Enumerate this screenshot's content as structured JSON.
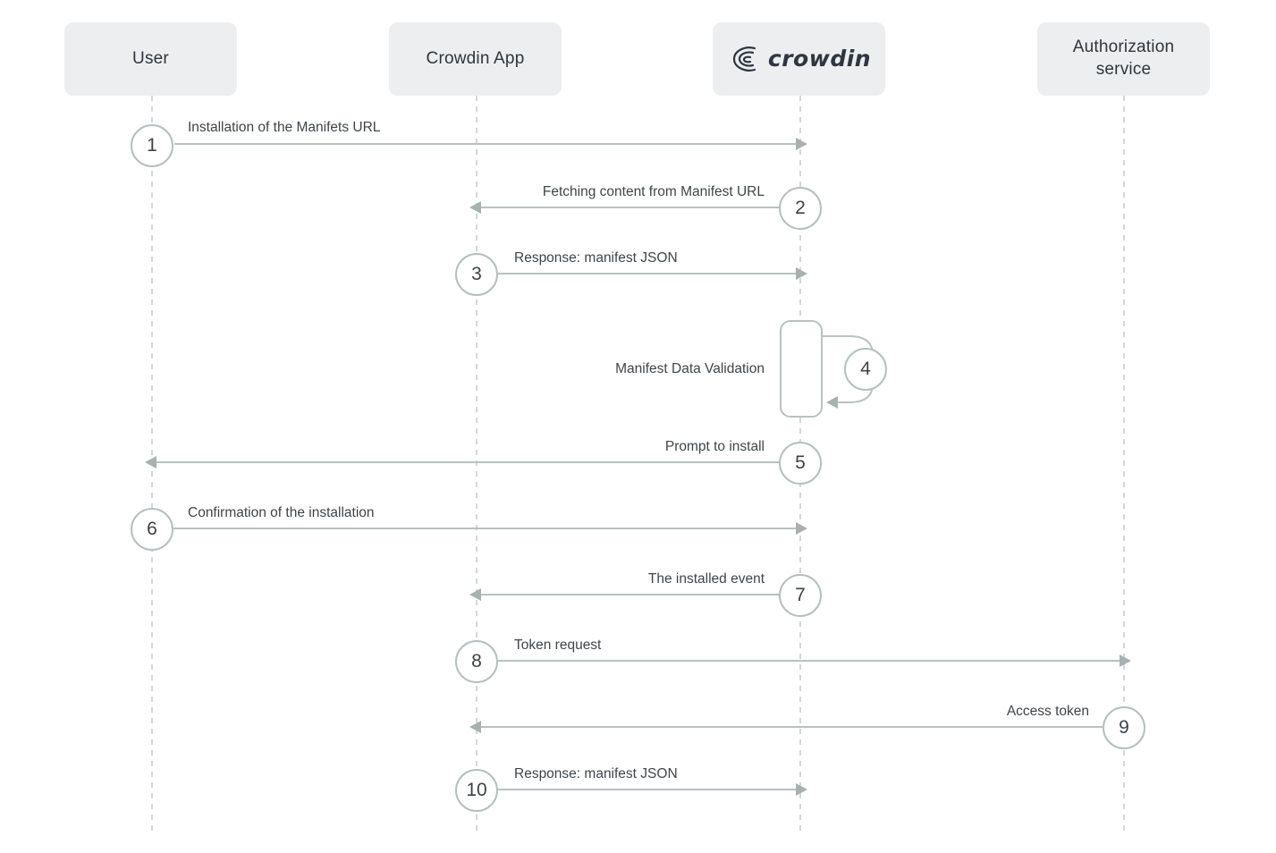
{
  "actors": [
    {
      "id": "user",
      "label": "User"
    },
    {
      "id": "crowdin-app",
      "label": "Crowdin App"
    },
    {
      "id": "crowdin",
      "label": "crowdin",
      "display": "logo-wordmark"
    },
    {
      "id": "authorization-service",
      "label": "Authorization service"
    }
  ],
  "messages": [
    {
      "number": "1",
      "label": "Installation of the Manifets URL",
      "from": "User",
      "to": "Crowdin"
    },
    {
      "number": "2",
      "label": "Fetching content from Manifest URL",
      "from": "Crowdin",
      "to": "Crowdin App"
    },
    {
      "number": "3",
      "label": "Response: manifest JSON",
      "from": "Crowdin App",
      "to": "Crowdin"
    },
    {
      "number": "4",
      "label": "Manifest Data Validation",
      "from": "Crowdin",
      "to": "Crowdin",
      "self": true
    },
    {
      "number": "5",
      "label": "Prompt to install",
      "from": "Crowdin",
      "to": "User"
    },
    {
      "number": "6",
      "label": "Confirmation of the installation",
      "from": "User",
      "to": "Crowdin"
    },
    {
      "number": "7",
      "label": "The installed event",
      "from": "Crowdin",
      "to": "Crowdin App"
    },
    {
      "number": "8",
      "label": "Token request",
      "from": "Crowdin App",
      "to": "Authorization service"
    },
    {
      "number": "9",
      "label": "Access token",
      "from": "Authorization service",
      "to": "Crowdin App"
    },
    {
      "number": "10",
      "label": "Response: manifest JSON",
      "from": "Crowdin App",
      "to": "Crowdin"
    }
  ],
  "colors": {
    "background": "#ffffff",
    "actor_box": "#eceef0",
    "actor_text": "#2f363c",
    "lifeline": "#d3d7d8",
    "arrow_line": "#b8c2c1",
    "arrow_head": "#a7b1b1",
    "circle_border": "#b5bfbf",
    "number_text": "#3b4248",
    "label_text": "#3d454b",
    "logo_text": "#2f3541"
  }
}
